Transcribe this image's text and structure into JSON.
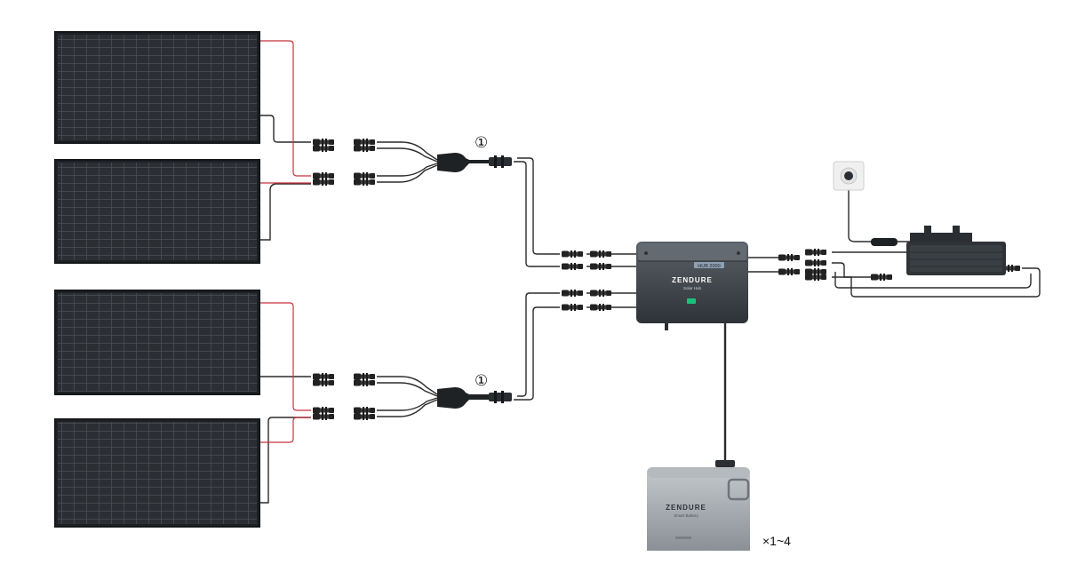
{
  "diagram": {
    "solar_panel_count": 4,
    "branch_labels": [
      "①",
      "①"
    ],
    "hub": {
      "badge": "HUB 2000",
      "brand": "ZENDURE",
      "subtitle": "Solar Hub"
    },
    "battery": {
      "brand": "ZENDURE",
      "subtitle": "Smart Battery",
      "quantity": "×1~4"
    },
    "colors": {
      "panel": "#2a2d31",
      "panel_grid": "#4a4f55",
      "cable": "#2b2b2b",
      "cable_positive": "#c8323c",
      "hub_body": "#3a3f45",
      "hub_led": "#19c27b",
      "battery_body": "#9aa0a6"
    },
    "icons": [
      "solar-panel-icon",
      "y-branch-connector-icon",
      "mc4-connector-icon",
      "wall-socket-icon",
      "microinverter-icon",
      "battery-icon"
    ]
  }
}
